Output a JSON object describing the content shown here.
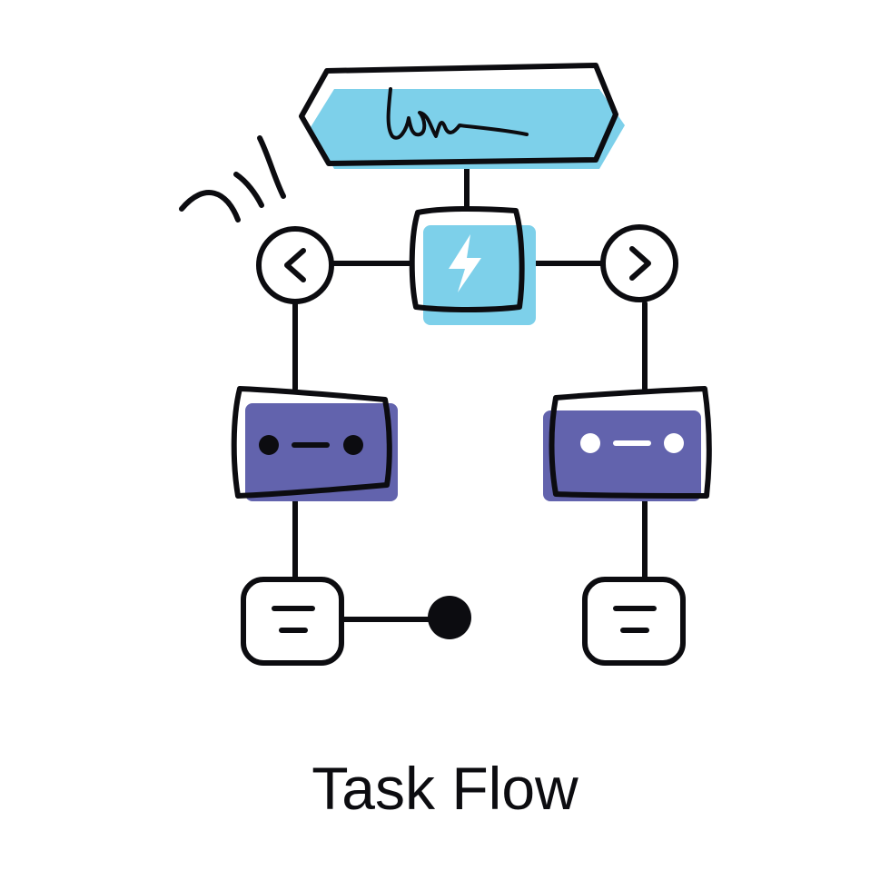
{
  "caption": "Task Flow",
  "colors": {
    "light_blue": "#7dd0ea",
    "purple": "#6263ad",
    "outline": "#0c0c10",
    "background": "#ffffff"
  },
  "diagram": {
    "nodes": [
      {
        "id": "header",
        "icon": "signature-icon"
      },
      {
        "id": "center",
        "icon": "lightning-bolt-icon"
      },
      {
        "id": "left-circle",
        "icon": "chevron-left-icon"
      },
      {
        "id": "right-circle",
        "icon": "chevron-right-icon"
      },
      {
        "id": "left-server",
        "icon": "server-dots-icon"
      },
      {
        "id": "right-server",
        "icon": "server-dots-icon"
      },
      {
        "id": "left-doc",
        "icon": "document-lines-icon"
      },
      {
        "id": "right-doc",
        "icon": "document-lines-icon"
      },
      {
        "id": "endpoint",
        "icon": "filled-dot-icon"
      }
    ]
  }
}
